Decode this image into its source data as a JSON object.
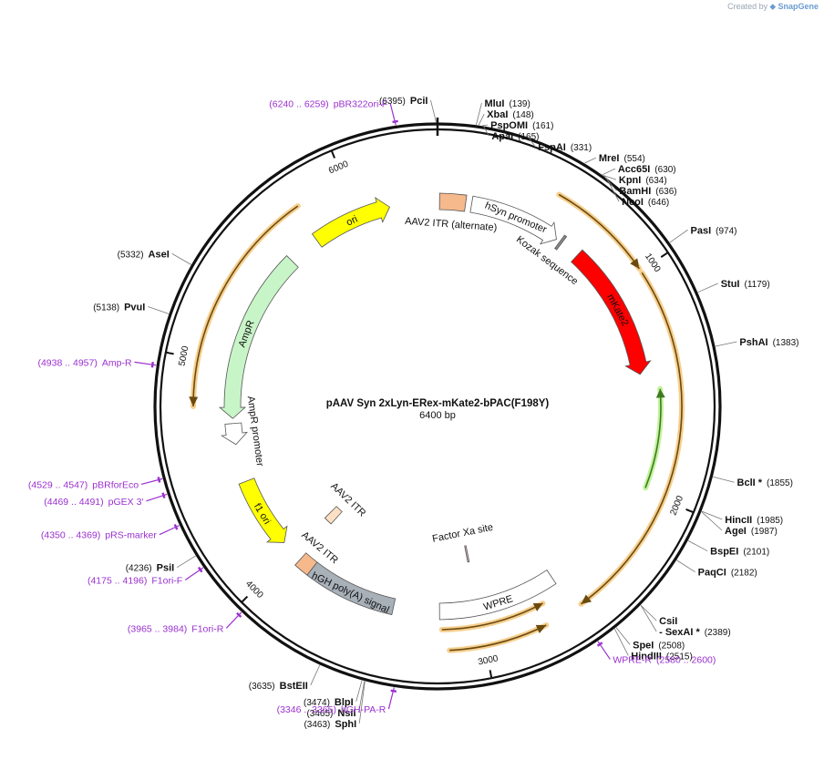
{
  "credit": {
    "prefix": "Created by",
    "brand": "SnapGene"
  },
  "map": {
    "title": "pAAV Syn 2xLyn-ERex-mKate2-bPAC(F198Y)",
    "length_label": "6400 bp",
    "total_bp": 6400
  },
  "ticks": [
    {
      "bp": 1000,
      "label": "1000"
    },
    {
      "bp": 2000,
      "label": "2000"
    },
    {
      "bp": 3000,
      "label": "3000"
    },
    {
      "bp": 4000,
      "label": "4000"
    },
    {
      "bp": 5000,
      "label": "5000"
    },
    {
      "bp": 6000,
      "label": "6000"
    }
  ],
  "enzymes": [
    {
      "name": "PciI",
      "pos": "(6395)",
      "side": "left",
      "bp": 6395
    },
    {
      "name": "MluI",
      "pos": "(139)",
      "side": "right",
      "bp": 139
    },
    {
      "name": "XbaI",
      "pos": "(148)",
      "side": "right",
      "bp": 148
    },
    {
      "name": "PspOMI",
      "pos": "(161)",
      "side": "right",
      "bp": 161
    },
    {
      "name": "ApaI",
      "pos": "(165)",
      "side": "right",
      "bp": 165
    },
    {
      "name": "FspAI",
      "pos": "(331)",
      "side": "right",
      "bp": 331
    },
    {
      "name": "MreI",
      "pos": "(554)",
      "side": "right",
      "bp": 554
    },
    {
      "name": "Acc65I",
      "pos": "(630)",
      "side": "right",
      "bp": 630
    },
    {
      "name": "KpnI",
      "pos": "(634)",
      "side": "right",
      "bp": 634
    },
    {
      "name": "BamHI",
      "pos": "(636)",
      "side": "right",
      "bp": 636
    },
    {
      "name": "NcoI",
      "pos": "(646)",
      "side": "right",
      "bp": 646
    },
    {
      "name": "PasI",
      "pos": "(974)",
      "side": "right",
      "bp": 974
    },
    {
      "name": "StuI",
      "pos": "(1179)",
      "side": "right",
      "bp": 1179
    },
    {
      "name": "PshAI",
      "pos": "(1383)",
      "side": "right",
      "bp": 1383
    },
    {
      "name": "BclI *",
      "pos": "(1855)",
      "side": "right",
      "bp": 1855
    },
    {
      "name": "HincII",
      "pos": "(1985)",
      "side": "right",
      "bp": 1985
    },
    {
      "name": "AgeI",
      "pos": "(1987)",
      "side": "right",
      "bp": 1987
    },
    {
      "name": "BspEI",
      "pos": "(2101)",
      "side": "right",
      "bp": 2101
    },
    {
      "name": "PaqCI",
      "pos": "(2182)",
      "side": "right",
      "bp": 2182
    },
    {
      "name": "CsiI",
      "pos": "",
      "side": "right",
      "bp": 2389
    },
    {
      "name": "- SexAI *",
      "pos": "(2389)",
      "side": "right",
      "bp": 2389
    },
    {
      "name": "SpeI",
      "pos": "(2508)",
      "side": "right",
      "bp": 2508
    },
    {
      "name": "HindIII",
      "pos": "(2515)",
      "side": "right",
      "bp": 2515
    },
    {
      "name": "BstEII",
      "pos": "(3635)",
      "side": "left",
      "bp": 3635
    },
    {
      "name": "BlpI",
      "pos": "(3474)",
      "side": "left",
      "bp": 3474
    },
    {
      "name": "NsiI",
      "pos": "(3465)",
      "side": "left",
      "bp": 3465
    },
    {
      "name": "SphI",
      "pos": "(3463)",
      "side": "left",
      "bp": 3463
    },
    {
      "name": "PsiI",
      "pos": "(4236)",
      "side": "left",
      "bp": 4236
    },
    {
      "name": "PvuI",
      "pos": "(5138)",
      "side": "left",
      "bp": 5138
    },
    {
      "name": "AseI",
      "pos": "(5332)",
      "side": "left",
      "bp": 5332
    }
  ],
  "primers": [
    {
      "name": "pBR322ori-F",
      "range": "(6240 .. 6259)",
      "side": "left",
      "bp": 6250
    },
    {
      "name": "Amp-R",
      "range": "(4938 .. 4957)",
      "side": "left",
      "bp": 4948
    },
    {
      "name": "pBRforEco",
      "range": "(4529 .. 4547)",
      "side": "left",
      "bp": 4538
    },
    {
      "name": "pGEX 3'",
      "range": "(4469 .. 4491)",
      "side": "left",
      "bp": 4480
    },
    {
      "name": "pRS-marker",
      "range": "(4350 .. 4369)",
      "side": "left",
      "bp": 4360
    },
    {
      "name": "F1ori-F",
      "range": "(4175 .. 4196)",
      "side": "left",
      "bp": 4186
    },
    {
      "name": "F1ori-R",
      "range": "(3965 .. 3984)",
      "side": "left",
      "bp": 3975
    },
    {
      "name": "hGH-PA-R",
      "range": "(3346 .. 3365)",
      "side": "left",
      "bp": 3356
    },
    {
      "name": "WPRE-R",
      "range": "(2580 .. 2600)",
      "side": "right",
      "bp": 2590
    }
  ],
  "features": [
    {
      "name": "ori",
      "start": 5760,
      "end": 6160,
      "dir": 1,
      "r": 225,
      "color": "#ffff00"
    },
    {
      "name": "AAV2 ITR (alternate)",
      "start": 10,
      "end": 140,
      "dir": 0,
      "r": 225,
      "color": "#f5b98c"
    },
    {
      "name": "hSyn promoter",
      "start": 170,
      "end": 630,
      "dir": 1,
      "r": 225,
      "color": "#ffffff"
    },
    {
      "name": "Kozak sequence",
      "start": 650,
      "end": 662,
      "dir": 0,
      "r": 225,
      "color": "#888888"
    },
    {
      "name": "mKate2",
      "start": 760,
      "end": 1440,
      "dir": 1,
      "r": 225,
      "color": "#ff0000"
    },
    {
      "name": "AmpR promoter",
      "start": 4610,
      "end": 4715,
      "dir": -1,
      "r": 225,
      "color": "#ffffff"
    },
    {
      "name": "AmpR",
      "start": 4740,
      "end": 5600,
      "dir": -1,
      "r": 225,
      "color": "#c8f5c8"
    },
    {
      "name": "f1 ori",
      "start": 4060,
      "end": 4420,
      "dir": -1,
      "r": 225,
      "color": "#ffff00"
    },
    {
      "name": "AAV2 ITR",
      "start": 3950,
      "end": 4005,
      "dir": 0,
      "r": 165,
      "color": "#fde0c4"
    },
    {
      "name": "AAV2 ITR",
      "start": 3870,
      "end": 3945,
      "dir": 0,
      "r": 225,
      "color": "#f5b98c"
    },
    {
      "name": "hGH poly(A) signal",
      "start": 3420,
      "end": 3870,
      "dir": 0,
      "r": 225,
      "color": "#a8b0b8"
    },
    {
      "name": "WPRE",
      "start": 2600,
      "end": 3190,
      "dir": 0,
      "r": 225,
      "color": "#ffffff"
    },
    {
      "name": "Factor Xa site",
      "start": 2995,
      "end": 3005,
      "dir": 0,
      "r": 165,
      "color": "#d9b3b3"
    }
  ],
  "orf_arcs": [
    {
      "start": 530,
      "end": 990,
      "dir": 1,
      "r": 268
    },
    {
      "start": 1010,
      "end": 2560,
      "dir": 1,
      "r": 268
    },
    {
      "start": 2700,
      "end": 3180,
      "dir": -1,
      "r": 245
    },
    {
      "start": 2730,
      "end": 3150,
      "dir": -1,
      "r": 268
    },
    {
      "start": 4800,
      "end": 5780,
      "dir": -1,
      "r": 268
    }
  ],
  "green_arcs": [
    {
      "start": 1520,
      "end": 1980,
      "dir": -1,
      "r": 245
    }
  ]
}
